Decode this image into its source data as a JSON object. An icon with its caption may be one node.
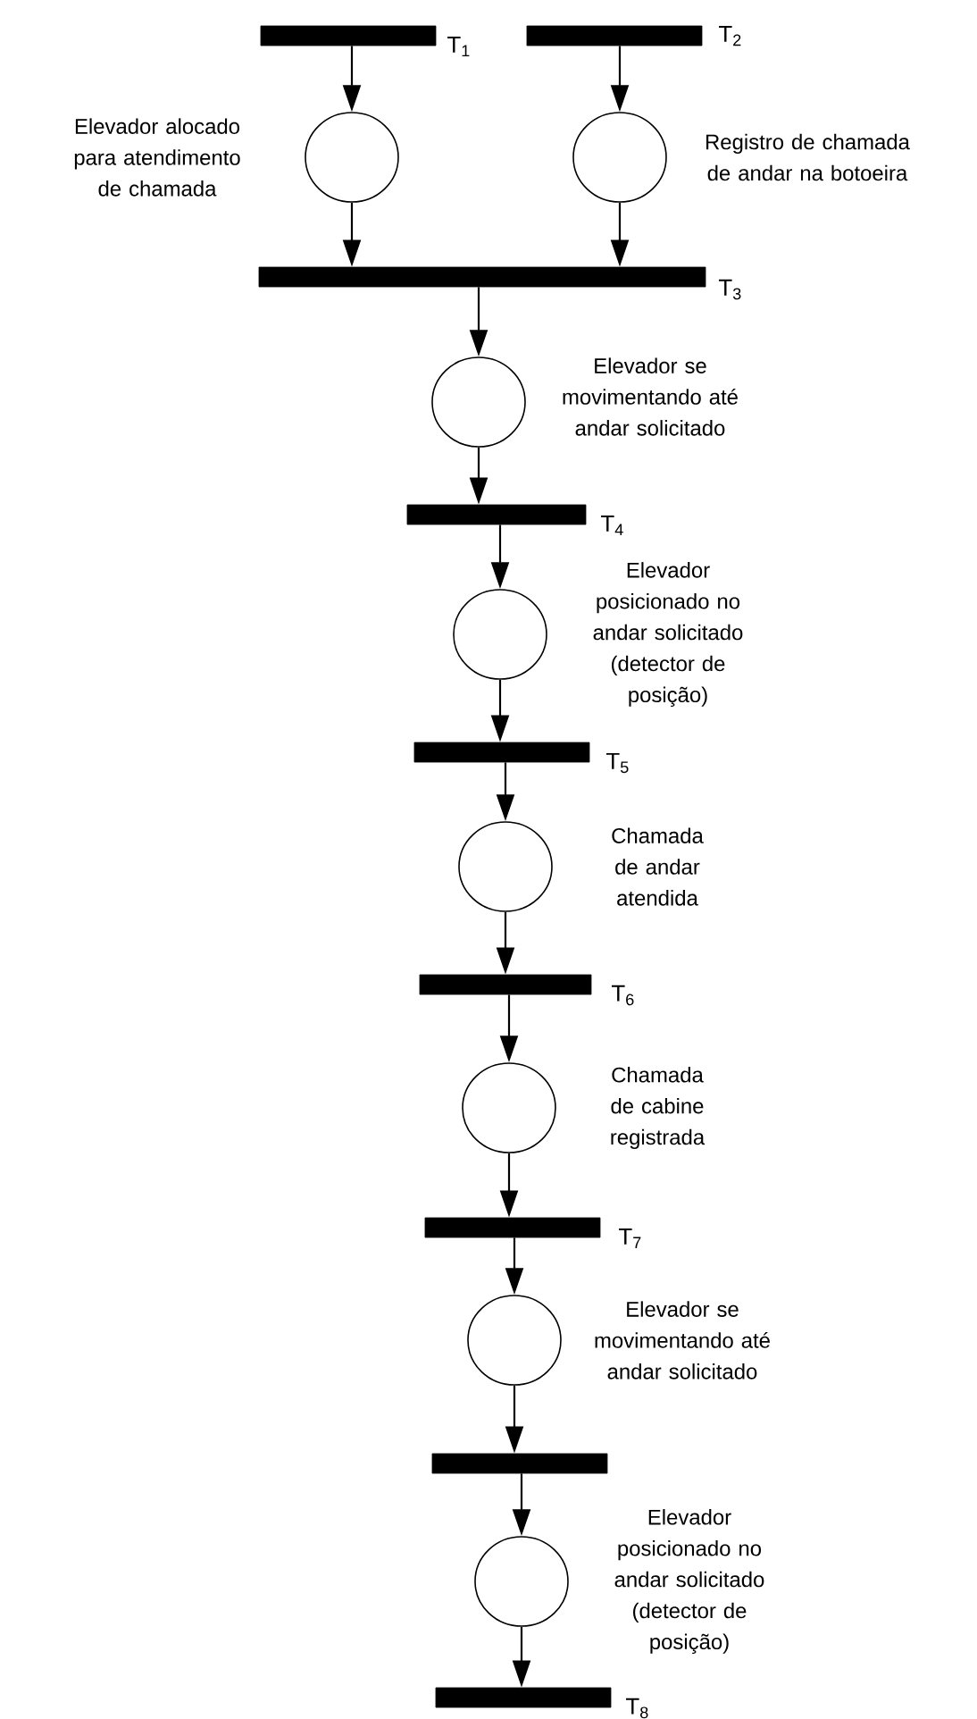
{
  "diagram": {
    "nodes": [
      {
        "text": [],
        "shape": "bar",
        "beside": [
          "T$_{1}$"
        ]
      },
      {
        "text": [],
        "shape": "bar",
        "beside": [
          "T$_{2}$"
        ]
      },
      {
        "text": [],
        "shape": "circle",
        "beside": [
          "Elevador alocado para atendimento de chamada"
        ]
      },
      {
        "text": [],
        "shape": "circle",
        "beside": [
          "Registro de chamada de andar na botoeira"
        ]
      },
      {
        "text": [],
        "shape": "bar",
        "beside": [
          "T$_{3}$"
        ]
      },
      {
        "text": [],
        "shape": "circle",
        "beside": [
          "Elevador se movimentando até andar solicitado"
        ]
      },
      {
        "text": [],
        "shape": "bar",
        "beside": [
          "T$_{4}$"
        ]
      },
      {
        "text": [],
        "shape": "circle",
        "beside": [
          "Elevador posicionado no andar solicitado (detector de posição)"
        ]
      },
      {
        "text": [],
        "shape": "bar",
        "beside": [
          "T$_{5}$"
        ]
      },
      {
        "text": [],
        "shape": "circle",
        "beside": [
          "Chamada de andar atendida"
        ]
      },
      {
        "text": [],
        "shape": "bar",
        "beside": [
          "T$_{6}$"
        ]
      },
      {
        "text": [],
        "shape": "circle",
        "beside": [
          "Chamada de cabine registrada"
        ]
      },
      {
        "text": [],
        "shape": "bar",
        "beside": [
          "T$_{7}$"
        ]
      },
      {
        "text": [],
        "shape": "circle",
        "beside": [
          "Elevador se movimentando até andar solicitado"
        ]
      },
      {
        "text": [],
        "shape": "bar"
      },
      {
        "text": [],
        "shape": "circle",
        "beside": [
          "Elevador posicionado no andar solicitado (detector de posição)"
        ]
      },
      {
        "text": [],
        "shape": "bar",
        "beside": [
          "T$_{8}$"
        ]
      }
    ],
    "edges": [
      {
        "from": 0,
        "to": 2,
        "arrow": "to"
      },
      {
        "from": 1,
        "to": 3,
        "arrow": "to"
      },
      {
        "from": 2,
        "to": 4,
        "arrow": "to"
      },
      {
        "from": 3,
        "to": 4,
        "arrow": "to"
      },
      {
        "from": 4,
        "to": 5,
        "arrow": "to"
      },
      {
        "from": 5,
        "to": 6,
        "arrow": "to"
      },
      {
        "from": 6,
        "to": 7,
        "arrow": "to"
      },
      {
        "from": 7,
        "to": 8,
        "arrow": "to"
      },
      {
        "from": 8,
        "to": 9,
        "arrow": "to"
      },
      {
        "from": 9,
        "to": 10,
        "arrow": "to"
      },
      {
        "from": 10,
        "to": 11,
        "arrow": "to"
      },
      {
        "from": 11,
        "to": 12,
        "arrow": "to"
      },
      {
        "from": 12,
        "to": 13,
        "arrow": "to"
      },
      {
        "from": 13,
        "to": 14,
        "arrow": "to"
      },
      {
        "from": 14,
        "to": 15,
        "arrow": "to"
      },
      {
        "from": 15,
        "to": 16,
        "arrow": "to"
      }
    ]
  }
}
